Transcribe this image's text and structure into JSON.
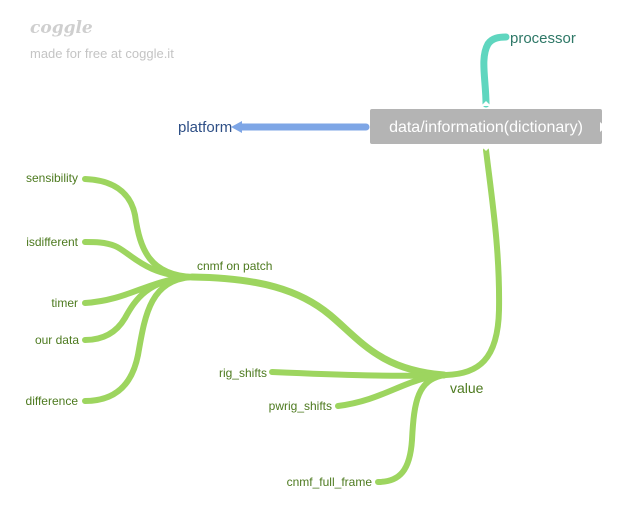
{
  "brand": {
    "logo_text": "coggle",
    "tagline": "made for free at coggle.it"
  },
  "colors": {
    "green_branch": "#9dd55f",
    "teal_branch": "#5fd6bf",
    "blue_branch": "#7ea6e6",
    "root_fill": "#b4b4b4",
    "green_text": "#4d7a1f",
    "teal_text": "#2e7867",
    "blue_text": "#2e4f86"
  },
  "mindmap": {
    "root": {
      "label": "data/information(dictionary)"
    },
    "processor": {
      "label": "processor"
    },
    "platform": {
      "label": "platform"
    },
    "value": {
      "label": "value",
      "cnmf_on_patch": {
        "label": "cnmf on patch",
        "children": [
          "sensibility",
          "isdifferent",
          "timer",
          "our data",
          "difference"
        ]
      },
      "rig_shifts": {
        "label": "rig_shifts"
      },
      "pwrig_shifts": {
        "label": "pwrig_shifts"
      },
      "cnmf_full_frame": {
        "label": "cnmf_full_frame"
      }
    }
  }
}
